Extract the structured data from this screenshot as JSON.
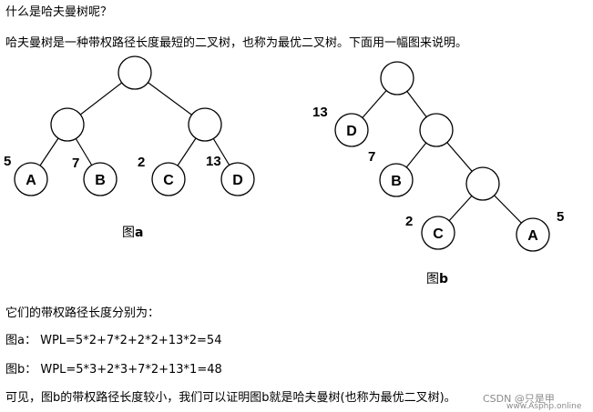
{
  "text": {
    "question": "什么是哈夫曼树呢？",
    "definition": "哈夫曼树是一种带权路径长度最短的二叉树，也称为最优二叉树。下面用一幅图来说明。",
    "intro": "它们的带权路径长度分别为：",
    "wpl_a": "图a：   WPL=5*2+7*2+2*2+13*2=54",
    "wpl_b": "图b：   WPL=5*3+2*3+7*2+13*1=48",
    "conclusion": "可见，图b的带权路径长度较小，我们可以证明图b就是哈夫曼树(也称为最优二叉树)。"
  },
  "figure_a": {
    "caption_prefix": "图",
    "caption_letter": "a",
    "leaves": [
      {
        "label": "A",
        "weight": "5"
      },
      {
        "label": "B",
        "weight": "7"
      },
      {
        "label": "C",
        "weight": "2"
      },
      {
        "label": "D",
        "weight": "13"
      }
    ]
  },
  "figure_b": {
    "caption_prefix": "图",
    "caption_letter": "b",
    "leaves": [
      {
        "label": "D",
        "weight": "13"
      },
      {
        "label": "B",
        "weight": "7"
      },
      {
        "label": "C",
        "weight": "2"
      },
      {
        "label": "A",
        "weight": "5"
      }
    ]
  },
  "watermark": {
    "csdn": "CSDN @只是甲",
    "site": "www.Asphp.online"
  }
}
